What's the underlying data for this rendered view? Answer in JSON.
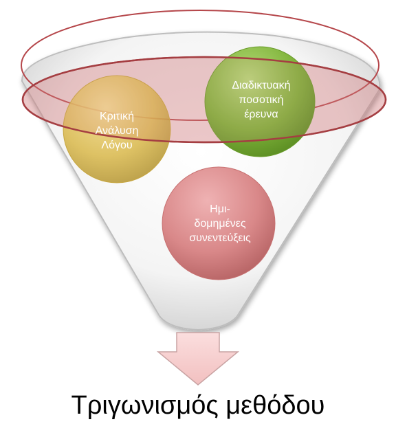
{
  "diagram": {
    "circles": [
      {
        "label": "Κριτική\nΑνάλυση\nΛόγου",
        "color": "#d9b84a"
      },
      {
        "label": "Διαδικτυακή\nποσοτική\nέρευνα",
        "color": "#7fb33a"
      },
      {
        "label": "Ημι-\nδομημένες\nσυνεντεύξεις",
        "color": "#cf7778"
      }
    ],
    "highlight_color": "#b5464a",
    "funnel_outline_color": "#b9b9b9",
    "arrow_color": "#f4c8c8",
    "caption": "Τριγωνισμός μεθόδου"
  }
}
